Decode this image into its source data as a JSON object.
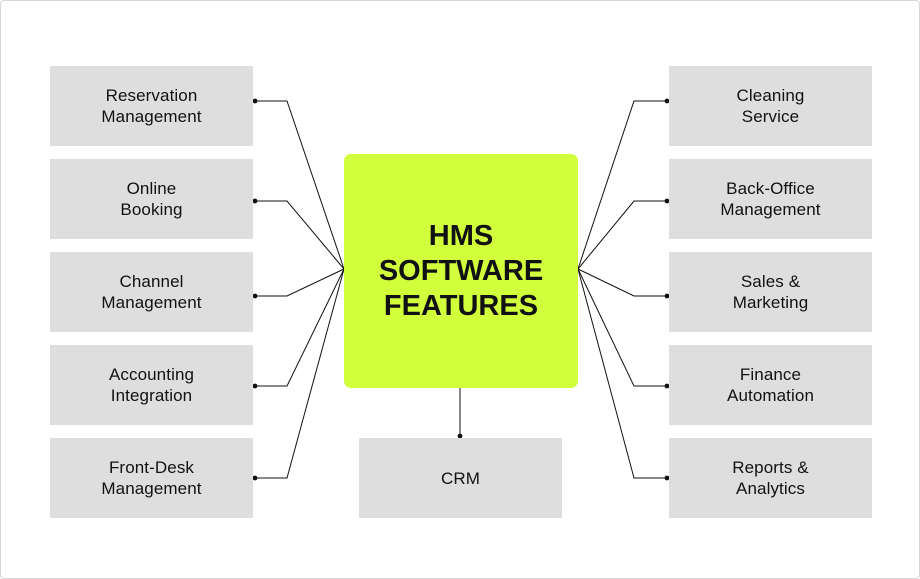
{
  "center": {
    "label": "HMS\nSOFTWARE\nFEATURES"
  },
  "left_features": [
    {
      "label": "Reservation\nManagement"
    },
    {
      "label": "Online\nBooking"
    },
    {
      "label": "Channel\nManagement"
    },
    {
      "label": "Accounting\nIntegration"
    },
    {
      "label": "Front-Desk\nManagement"
    }
  ],
  "right_features": [
    {
      "label": "Cleaning\nService"
    },
    {
      "label": "Back-Office\nManagement"
    },
    {
      "label": "Sales &\nMarketing"
    },
    {
      "label": "Finance\nAutomation"
    },
    {
      "label": "Reports &\nAnalytics"
    }
  ],
  "bottom_feature": {
    "label": "CRM"
  },
  "colors": {
    "center_fill": "#d1ff3c",
    "box_fill": "#dedede",
    "line": "#111111"
  }
}
